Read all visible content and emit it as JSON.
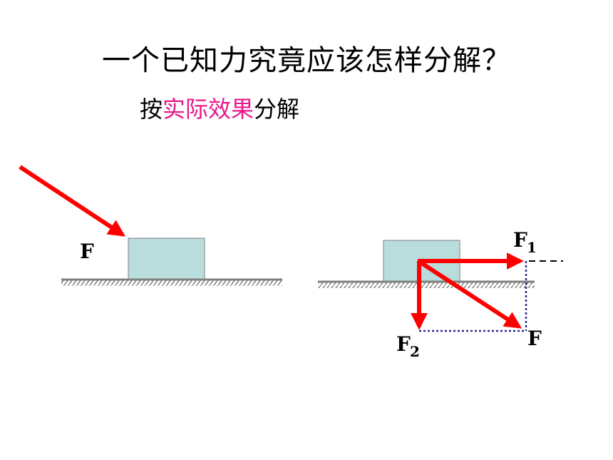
{
  "title": "一个已知力究竟应该怎样分解？",
  "subtitle": {
    "prefix": "按",
    "highlight": "实际效果",
    "suffix": "分解",
    "highlight_color": "#e8198b"
  },
  "colors": {
    "force_arrow": "#ff0000",
    "block_fill": "#b9dcdc",
    "block_stroke": "#808080",
    "ground": "#7f7f7f",
    "dotted": "#2b2b8f"
  },
  "diagram_left": {
    "force_label": "F"
  },
  "diagram_right": {
    "f1_label": "F",
    "f1_sub": "1",
    "f2_label": "F",
    "f2_sub": "2",
    "f_label": "F"
  }
}
